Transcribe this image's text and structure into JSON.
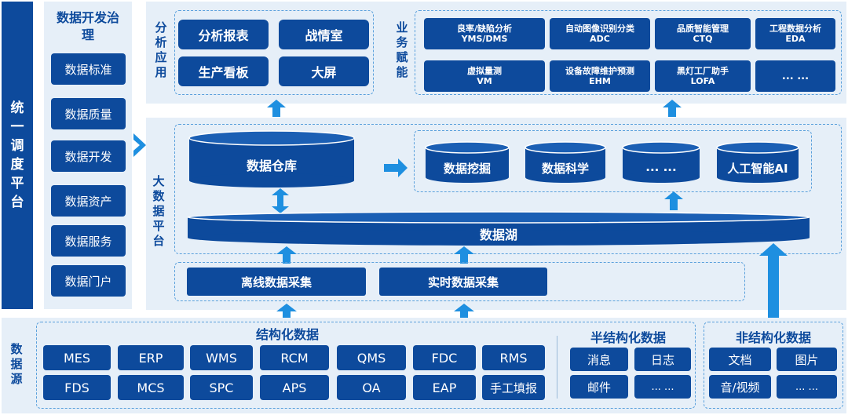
{
  "scheduler": {
    "label": "统一调度平台"
  },
  "governance": {
    "title": "数据开发治理",
    "items": [
      "数据标准",
      "数据质量",
      "数据开发",
      "数据资产",
      "数据服务",
      "数据门户"
    ]
  },
  "analysis": {
    "label": "分析应用",
    "items": [
      "分析报表",
      "战情室",
      "生产看板",
      "大屏"
    ]
  },
  "business": {
    "label": "业务赋能",
    "items": [
      {
        "name": "良率/缺陷分析",
        "code": "YMS/DMS"
      },
      {
        "name": "自动图像识别分类",
        "code": "ADC"
      },
      {
        "name": "品质智能管理",
        "code": "CTQ"
      },
      {
        "name": "工程数据分析",
        "code": "EDA"
      },
      {
        "name": "虚拟量测",
        "code": "VM"
      },
      {
        "name": "设备故障维护预测",
        "code": "EHM"
      },
      {
        "name": "黑灯工厂助手",
        "code": "LOFA"
      },
      {
        "name": "... ...",
        "code": ""
      }
    ]
  },
  "bigdata": {
    "label": "大数据平台",
    "warehouse": "数据仓库",
    "lake": "数据湖",
    "analytics": [
      "数据挖掘",
      "数据科学",
      "... ...",
      "人工智能AI"
    ],
    "offline": "离线数据采集",
    "realtime": "实时数据采集"
  },
  "sources": {
    "label": "数据源",
    "structured": {
      "title": "结构化数据",
      "row1": [
        "MES",
        "ERP",
        "WMS",
        "RCM",
        "QMS",
        "FDC",
        "RMS"
      ],
      "row2": [
        "FDS",
        "MCS",
        "SPC",
        "APS",
        "OA",
        "EAP",
        "手工填报"
      ]
    },
    "semi": {
      "title": "半结构化数据",
      "items": [
        "消息",
        "日志",
        "邮件",
        "... ..."
      ]
    },
    "unstructured": {
      "title": "非结构化数据",
      "items": [
        "文档",
        "图片",
        "音/视频",
        "... ..."
      ]
    }
  },
  "colors": {
    "navy": "#0d4a9c",
    "arrow": "#1e8fe0",
    "panel": "#e6eff8",
    "dash": "#5aa0dc"
  }
}
